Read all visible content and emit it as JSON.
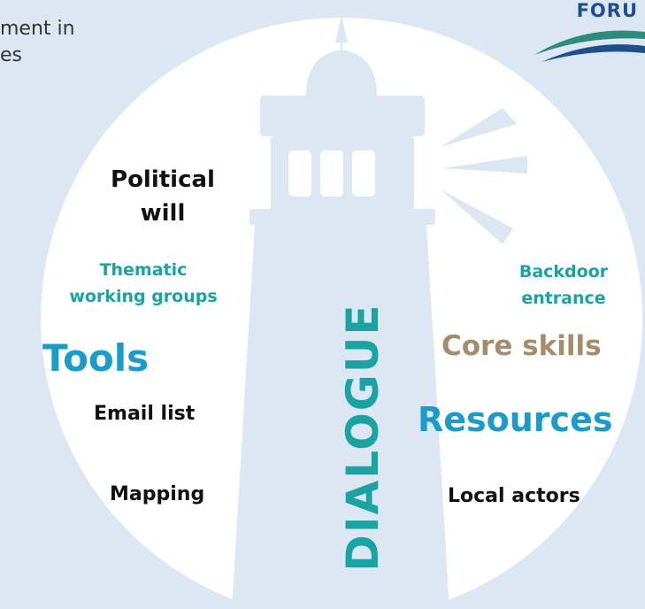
{
  "header": {
    "line1": "ment in",
    "line2": "es"
  },
  "logo": {
    "text": "FORU"
  },
  "left_side": {
    "political_line1": "Political",
    "political_line2": "will",
    "thematic_line1": "Thematic",
    "thematic_line2": "working groups",
    "tools": "Tools",
    "email": "Email list",
    "mapping": "Mapping"
  },
  "right_side": {
    "backdoor_line1": "Backdoor",
    "backdoor_line2": "entrance",
    "core_skills": "Core skills",
    "resources": "Resources",
    "local_actors": "Local actors"
  },
  "center": {
    "dialogue": "DIALOGUE"
  },
  "colors": {
    "background": "#dce7f3",
    "circle": "#ffffff",
    "lighthouse": "#dce7f3",
    "teal": "#1aa3a3",
    "blue": "#1a9bc9",
    "tan": "#a68b6d",
    "logo_blue": "#1e4e8c",
    "logo_green": "#2e8a7a"
  }
}
